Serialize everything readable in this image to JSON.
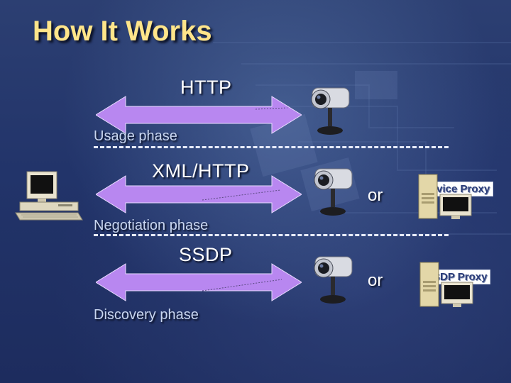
{
  "slide": {
    "title": "How It Works"
  },
  "rows": [
    {
      "protocol": "HTTP",
      "phase": "Usage phase"
    },
    {
      "protocol": "XML/HTTP",
      "phase": "Negotiation phase",
      "or": "or",
      "proxy": "Device Proxy"
    },
    {
      "protocol": "SSDP",
      "phase": "Discovery phase",
      "or": "or",
      "proxy": "SSDP Proxy"
    }
  ],
  "colors": {
    "title": "#ffe58a",
    "arrow": "#b887f0",
    "background": "#22346a"
  },
  "icons": [
    "computer-icon",
    "camera-icon",
    "server-icon"
  ]
}
